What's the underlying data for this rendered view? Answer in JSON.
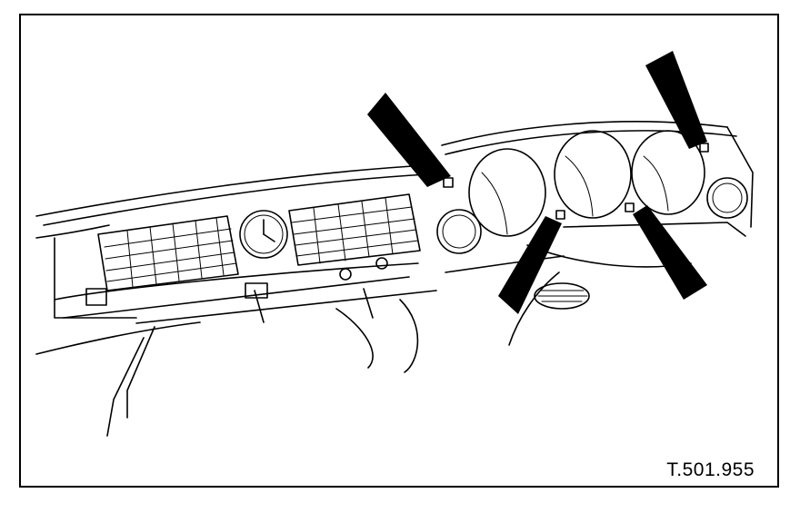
{
  "figure": {
    "reference_code": "T.501.955",
    "border_color": "#000000",
    "ink_color": "#000000",
    "background_color": "#ffffff"
  },
  "callouts": [
    {
      "name": "arrow-centre-top"
    },
    {
      "name": "arrow-right-top"
    },
    {
      "name": "arrow-lower-middle"
    },
    {
      "name": "arrow-lower-right"
    }
  ]
}
